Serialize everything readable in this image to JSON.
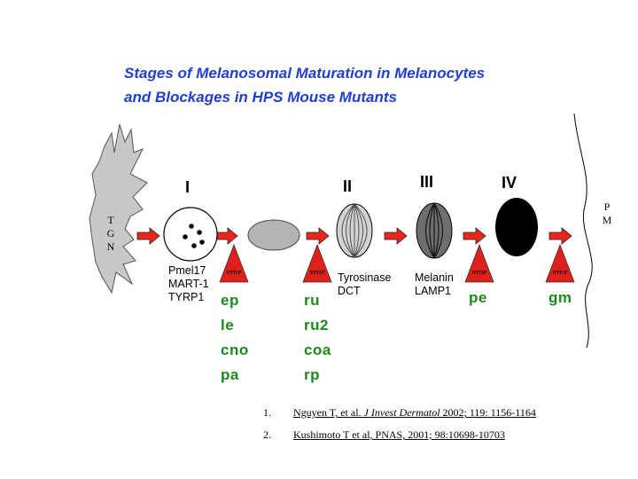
{
  "title": {
    "line1": "Stages of Melanosomal Maturation in Melanocytes",
    "line2": "and Blockages in HPS Mouse Mutants"
  },
  "stages": [
    "I",
    "II",
    "III",
    "IV"
  ],
  "tgn_letters": [
    "T",
    "G",
    "N"
  ],
  "pm_letters": [
    "P",
    "M"
  ],
  "stop_label": "STOP",
  "markers": {
    "stage1": [
      "Pmel17",
      "MART-1",
      "TYRP1"
    ],
    "stage2": [
      "Tyrosinase",
      "DCT"
    ],
    "stage3": [
      "Melanin",
      "LAMP1"
    ]
  },
  "mutants": {
    "block1": [
      "ep",
      "le",
      "cno",
      "pa"
    ],
    "block2": [
      "ru",
      "ru2",
      "coa",
      "rp"
    ],
    "block3": [
      "pe"
    ],
    "block4": [
      "gm"
    ]
  },
  "references": [
    {
      "num": "1.",
      "authors": "Nguyen T, et al. ",
      "journal": "J Invest Dermatol",
      "details": " 2002; 119: 1156-1164"
    },
    {
      "num": "2.",
      "text": "Kushimoto T et al, PNAS, 2001; 98:10698-10703"
    }
  ],
  "colors": {
    "title": "#1f3fd0",
    "mutant": "#1b8a1b",
    "arrow": "#e8261d",
    "stop": "#e0201a",
    "tgn_fill": "#c8c8c8",
    "vesicle_grey": "#b4b4b4",
    "stage4_black": "#000000"
  }
}
